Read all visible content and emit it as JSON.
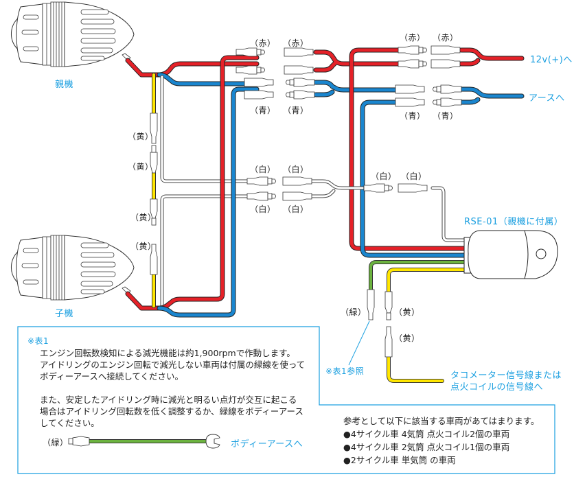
{
  "colors": {
    "red_wire": "#e52128",
    "blue_wire": "#1a86cf",
    "yellow_wire": "#ffe600",
    "green_wire": "#6cb33f",
    "accent_text": "#1a9fe0",
    "box_border": "#1a9fe0"
  },
  "lights": {
    "master_label": "親機",
    "slave_label": "子機"
  },
  "wire_labels": {
    "red": "（赤）",
    "blue": "（青）",
    "yellow": "（黄）",
    "white": "（白）",
    "green": "（緑）"
  },
  "destinations": {
    "positive": "12v(+)へ",
    "ground": "アースへ",
    "body_ground": "ボディーアースへ",
    "signal_line1": "タコメーター信号線または",
    "signal_line2": "点火コイルの信号線へ"
  },
  "controller": {
    "label": "RSE-01（親機に付属）"
  },
  "table_ref": "※表1参照",
  "note1": {
    "title": "※表1",
    "lines": [
      "エンジン回転数検知による減光機能は約1,900rpmで作動します。",
      "アイドリングのエンジン回転で減光しない車両は付属の緑線を使って",
      "ボディーアースへ接続してください。",
      "また、安定したアイドリング時に減光と明るい点灯が交互に起こる",
      "場合はアイドリング回転数を低く調整するか、緑線をボディーアース",
      "してください。"
    ]
  },
  "reference": {
    "intro": "参考として以下に該当する車両があてはまります。",
    "items": [
      "●4サイクル車 4気筒 点火コイル2個の車両",
      "●4サイクル車 2気筒 点火コイル1個の車両",
      "●2サイクル車 単気筒 の車両"
    ]
  }
}
